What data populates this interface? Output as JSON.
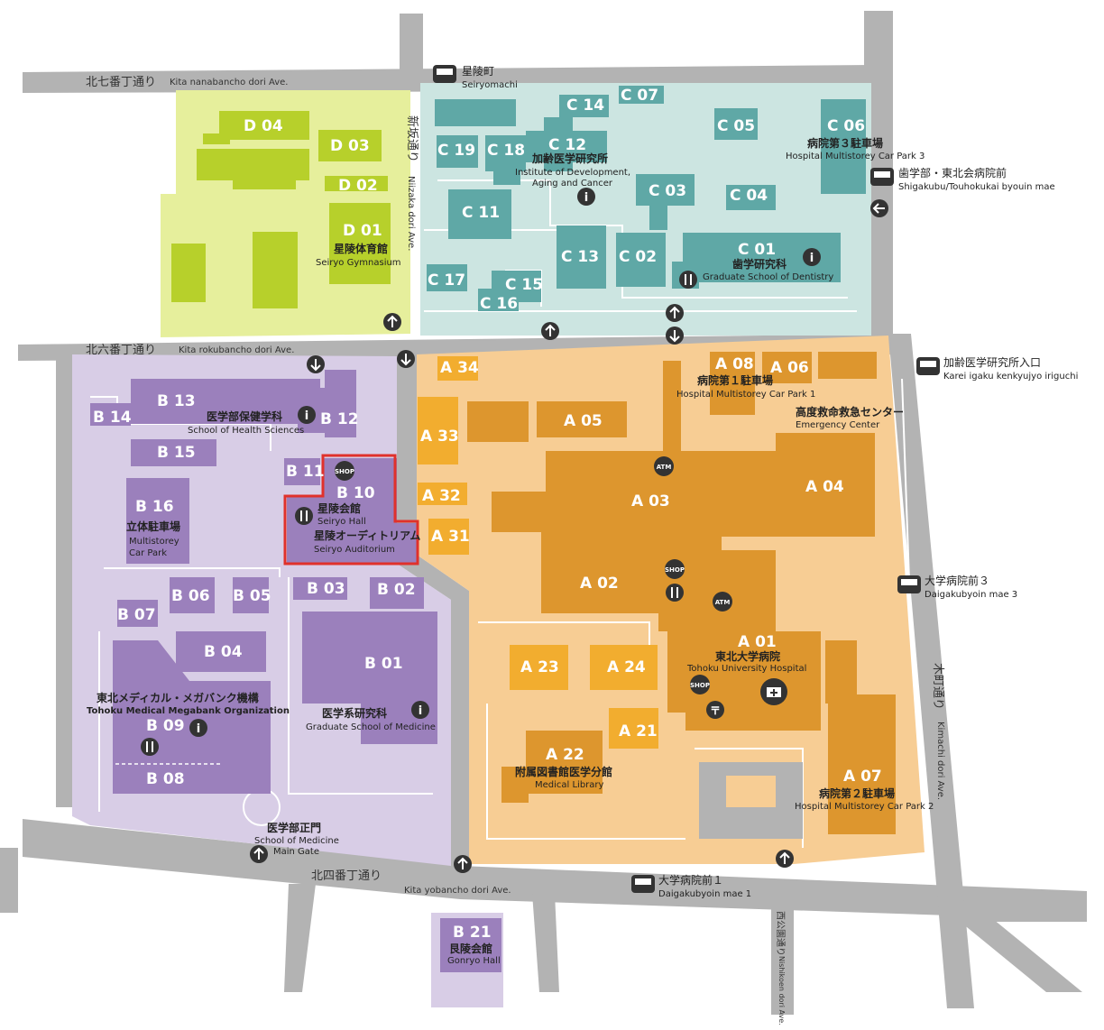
{
  "colors": {
    "road": "#b3b3b3",
    "zone_d": "#e6ef9c",
    "bld_d": "#b7d02b",
    "zone_c": "#cce5e1",
    "bld_c": "#5fa8a6",
    "zone_b": "#d8cde6",
    "bld_b": "#9b80bc",
    "zone_a": "#f7cd94",
    "bld_a": "#dd962e",
    "bld_a_light": "#f2ad2f",
    "highlight": "#e0312b",
    "icon": "#333333"
  },
  "roads": {
    "kita7_jp": "北七番丁通り",
    "kita7_en": "Kita nanabancho dori Ave.",
    "kita6_jp": "北六番丁通り",
    "kita6_en": "Kita rokubancho dori Ave.",
    "kita4_jp": "北四番丁通り",
    "kita4_en": "Kita yobancho dori Ave.",
    "niizaka_jp": "新坂通り",
    "niizaka_en": "Niizaka dori Ave.",
    "kimachi_jp": "木町通り",
    "kimachi_en": "Kimachi dori Ave.",
    "nishikoen_jp": "西公園通り",
    "nishikoen_en": "Nishikoen dori Ave."
  },
  "bus_stops": {
    "seiryomachi_jp": "星陵町",
    "seiryomachi_en": "Seiryomachi",
    "shigakubu_jp": "歯学部・東北会病院前",
    "shigakubu_en": "Shigakubu/Touhokukai byouin mae",
    "karei_jp": "加齢医学研究所入口",
    "karei_en": "Karei igaku kenkyujyo iriguchi",
    "daigaku3_jp": "大学病院前３",
    "daigaku3_en": "Daigakubyoin mae 3",
    "daigaku1_jp": "大学病院前１",
    "daigaku1_en": "Daigakubyoin mae 1"
  },
  "buildings": {
    "d04": "D 04",
    "d03": "D 03",
    "d02": "D 02",
    "d01": "D 01",
    "c07": "C 07",
    "c14": "C 14",
    "c05": "C 05",
    "c06": "C 06",
    "c12": "C 12",
    "c19": "C 19",
    "c18": "C 18",
    "c11": "C 11",
    "c03": "C 03",
    "c04": "C 04",
    "c13": "C 13",
    "c02": "C 02",
    "c01": "C 01",
    "c17": "C 17",
    "c15": "C 15",
    "c16": "C 16",
    "b13": "B 13",
    "b14": "B 14",
    "b12": "B 12",
    "b15": "B 15",
    "b11": "B 11",
    "b10": "B 10",
    "b16": "B 16",
    "b06": "B 06",
    "b05": "B 05",
    "b03": "B 03",
    "b02": "B 02",
    "b07": "B 07",
    "b04": "B 04",
    "b01": "B 01",
    "b09": "B 09",
    "b08": "B 08",
    "b21": "B 21",
    "a34": "A 34",
    "a08": "A 08",
    "a06": "A 06",
    "a33": "A 33",
    "a05": "A 05",
    "a04": "A 04",
    "a32": "A 32",
    "a03": "A 03",
    "a31": "A 31",
    "a02": "A 02",
    "a01": "A 01",
    "a23": "A 23",
    "a24": "A 24",
    "a21": "A 21",
    "a22": "A 22",
    "a07": "A 07"
  },
  "labels": {
    "d01_jp": "星陵体育館",
    "d01_en": "Seiryo Gymnasium",
    "c06_jp": "病院第３駐車場",
    "c06_en": "Hospital Multistorey Car Park 3",
    "c12_jp": "加齢医学研究所",
    "c12_en1": "Institute of Development,",
    "c12_en2": "Aging and Cancer",
    "c01_jp": "歯学研究科",
    "c01_en": "Graduate School of Dentistry",
    "b12_jp": "医学部保健学科",
    "b12_en": "School of Health Sciences",
    "b10_jp": "星陵会館",
    "b10_en": "Seiryo Hall",
    "aud_jp": "星陵オーディトリアム",
    "aud_en": "Seiryo Auditorium",
    "b16_jp": "立体駐車場",
    "b16_en1": "Multistorey",
    "b16_en2": "Car Park",
    "b09_jp": "東北メディカル・メガバンク機構",
    "b09_en": "Tohoku Medical Megabank Organization",
    "b01_jp": "医学系研究科",
    "b01_en": "Graduate School of Medicine",
    "gate_jp": "医学部正門",
    "gate_en1": "School of Medicine",
    "gate_en2": "Main Gate",
    "b21_jp": "艮陵会館",
    "b21_en": "Gonryo Hall",
    "a08_jp": "病院第１駐車場",
    "a08_en": "Hospital Multistorey Car Park 1",
    "er_jp": "高度救命救急センター",
    "er_en": "Emergency Center",
    "a01_jp": "東北大学病院",
    "a01_en": "Tohoku University Hospital",
    "a22_jp": "附属図書館医学分館",
    "a22_en": "Medical Library",
    "a07_jp": "病院第２駐車場",
    "a07_en": "Hospital Multistorey Car Park 2"
  },
  "icons": {
    "shop": "SHOP",
    "atm": "ATM",
    "info": "i",
    "restaurant": "fork-knife",
    "bus": "bus",
    "entrance": "arrow",
    "hospital": "hospital-cross",
    "post": "〒"
  }
}
